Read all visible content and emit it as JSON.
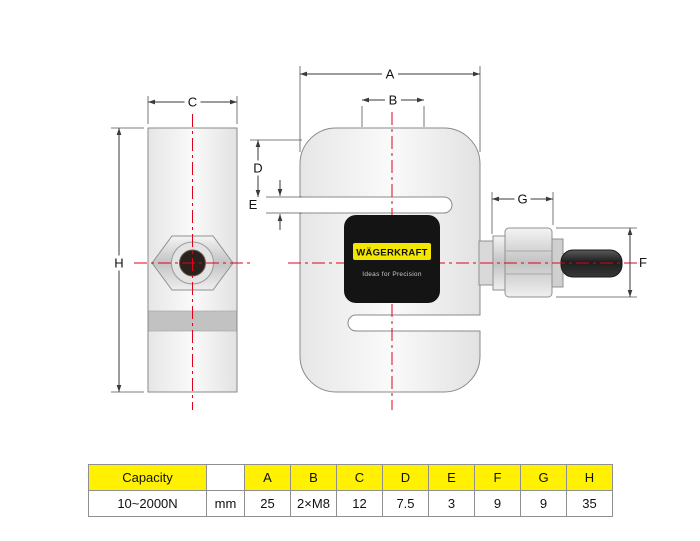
{
  "brand": {
    "name": "WÄGERKRAFT",
    "tagline": "Ideas for Precision"
  },
  "labels": {
    "A": "A",
    "B": "B",
    "C": "C",
    "D": "D",
    "E": "E",
    "F": "F",
    "G": "G",
    "H": "H"
  },
  "table": {
    "headers": [
      "Capacity",
      "",
      "A",
      "B",
      "C",
      "D",
      "E",
      "F",
      "G",
      "H"
    ],
    "row": [
      "10~2000N",
      "mm",
      "25",
      "2×M8",
      "12",
      "7.5",
      "3",
      "9",
      "9",
      "35"
    ]
  },
  "colors": {
    "table_header_yellow": "#FFF100",
    "centerline_red": "#E3001B",
    "logo_black": "#141414",
    "logo_yellow": "#F3E600",
    "cable_dark": "#2B2B2B"
  }
}
